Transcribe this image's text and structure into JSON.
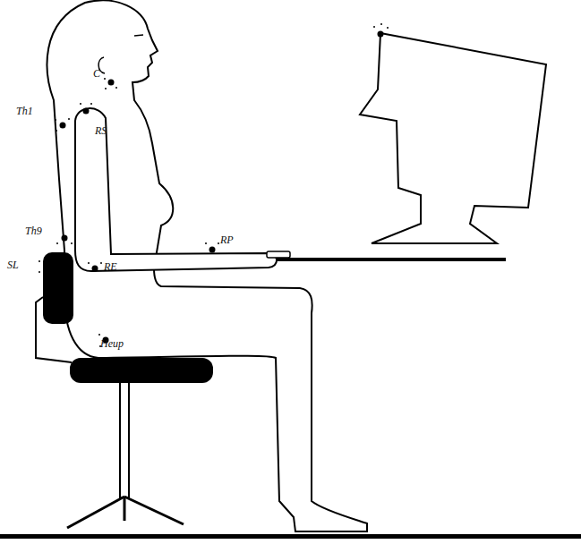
{
  "diagram": {
    "labels": [
      "Th1",
      "C",
      "RS",
      "Th9",
      "RP",
      "SL",
      "RE",
      "Heup"
    ]
  }
}
